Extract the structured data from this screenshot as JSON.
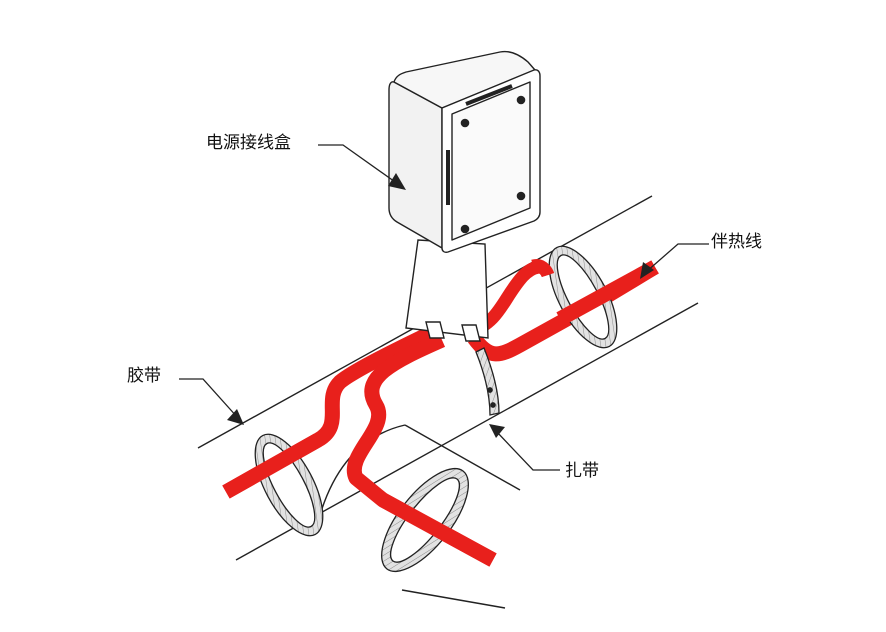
{
  "labels": {
    "junction_box": "电源接线盒",
    "heating_cable": "伴热线",
    "tape": "胶带",
    "cable_tie": "扎带"
  },
  "colors": {
    "heating_cable": "#e8201c",
    "outline": "#222222",
    "band_fill": "#d9d9d9",
    "background": "#ffffff"
  }
}
